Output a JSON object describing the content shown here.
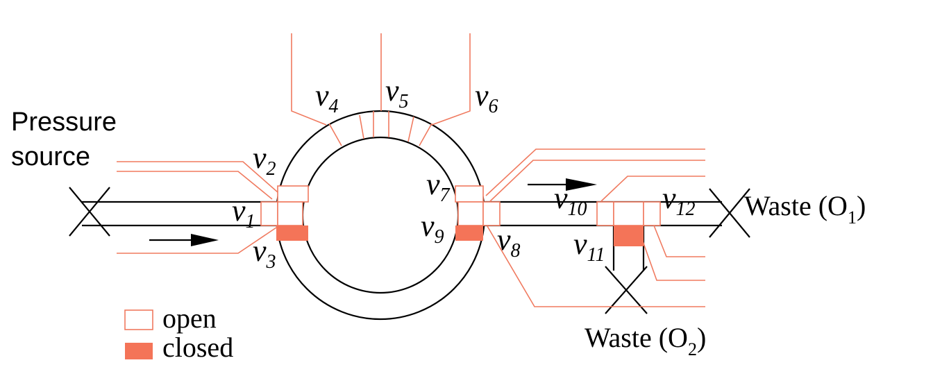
{
  "labels": {
    "pressure_line1": "Pressure",
    "pressure_line2": "source",
    "waste_o1_prefix": "Waste (O",
    "waste_o1_sub": "1",
    "waste_o1_suffix": ")",
    "waste_o2_prefix": "Waste (O",
    "waste_o2_sub": "2",
    "waste_o2_suffix": ")"
  },
  "valves": [
    {
      "base": "v",
      "sub": "1",
      "state": "open"
    },
    {
      "base": "v",
      "sub": "2",
      "state": "open"
    },
    {
      "base": "v",
      "sub": "3",
      "state": "closed"
    },
    {
      "base": "v",
      "sub": "4",
      "state": "open"
    },
    {
      "base": "v",
      "sub": "5",
      "state": "open"
    },
    {
      "base": "v",
      "sub": "6",
      "state": "open"
    },
    {
      "base": "v",
      "sub": "7",
      "state": "open"
    },
    {
      "base": "v",
      "sub": "8",
      "state": "open"
    },
    {
      "base": "v",
      "sub": "9",
      "state": "closed"
    },
    {
      "base": "v",
      "sub": "10",
      "state": "open"
    },
    {
      "base": "v",
      "sub": "11",
      "state": "closed"
    },
    {
      "base": "v",
      "sub": "12",
      "state": "open"
    }
  ],
  "legend": {
    "open_label": "open",
    "closed_label": "closed"
  },
  "colors": {
    "valve_closed": "#f47458",
    "control_line": "#f07a5f",
    "flow_channel": "#000000"
  }
}
